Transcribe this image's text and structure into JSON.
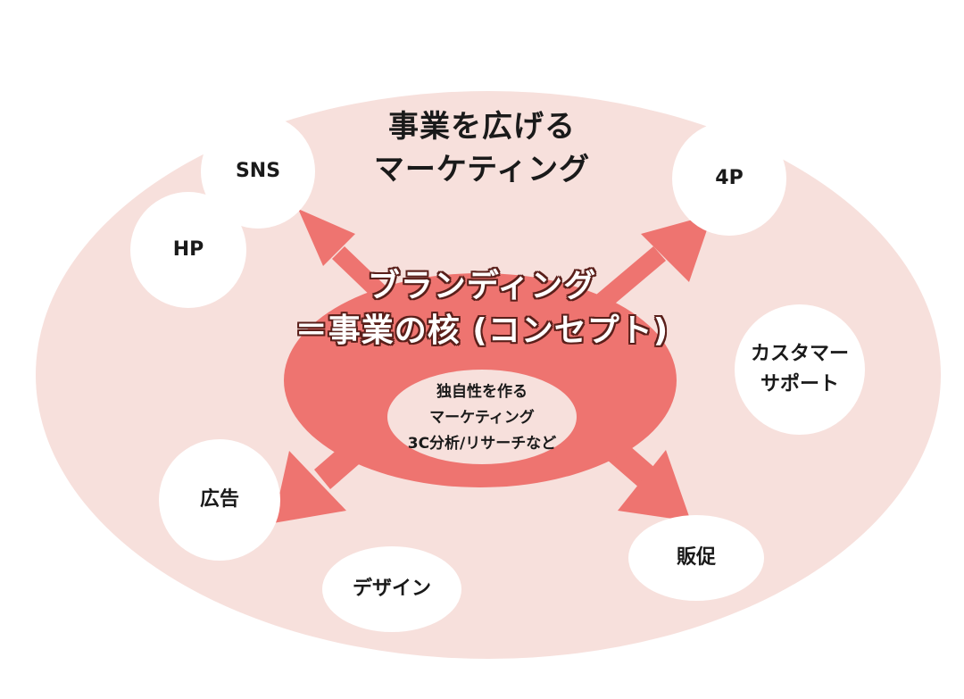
{
  "colors": {
    "outer_fill": "#f7e0dc",
    "core_fill": "#ee7470",
    "arrow_fill": "#ee7470",
    "node_fill": "#ffffff",
    "text": "#1a1a1a",
    "core_title_text": "#ffffff"
  },
  "outer": {
    "title_line1": "事業を広げる",
    "title_line2": "マーケティング"
  },
  "core": {
    "title_line1": "ブランディング",
    "title_line2": "＝事業の核 (コンセプト)",
    "inner_line1": "独自性を作る",
    "inner_line2": "マーケティング",
    "inner_line3": "3C分析/リサーチなど"
  },
  "nodes": {
    "sns": "SNS",
    "hp": "HP",
    "fourp": "4P",
    "customer_support_line1": "カスタマー",
    "customer_support_line2": "サポート",
    "ad": "広告",
    "design": "デザイン",
    "promotion": "販促"
  }
}
